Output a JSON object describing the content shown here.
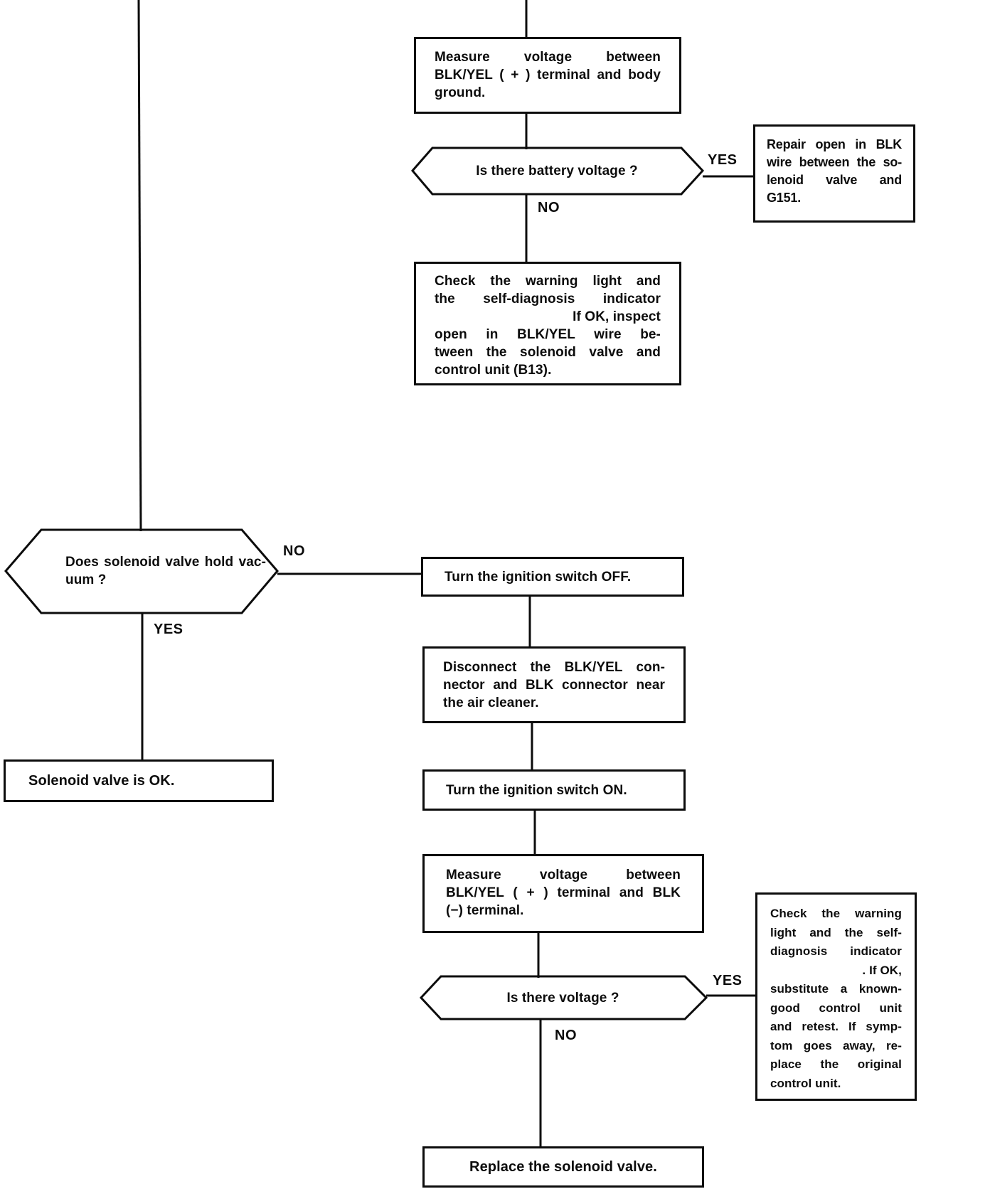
{
  "labels": {
    "yes": "YES",
    "no": "NO"
  },
  "colors": {
    "ink": "#0c0c0c",
    "paper": "#ffffff"
  },
  "nodes": {
    "measure_body_ground": {
      "lines": [
        "Measure voltage between",
        "BLK/YEL ( + ) terminal and body",
        "ground."
      ]
    },
    "q_battery_voltage": {
      "label": "Is there battery voltage ?"
    },
    "repair_open_blk": {
      "lines": [
        "Repair open in BLK",
        "wire between the so-",
        "lenoid valve and",
        "G151."
      ]
    },
    "check_warning_b13": {
      "lines": [
        "Check the warning light and",
        "the self-diagnosis indicator",
        "If OK, inspect",
        "open in BLK/YEL wire be-",
        "tween the solenoid valve and",
        "control unit (B13)."
      ]
    },
    "q_hold_vacuum": {
      "lines": [
        "Does solenoid valve hold vac-",
        "uum ?"
      ]
    },
    "solenoid_ok": {
      "label": "Solenoid valve is OK."
    },
    "ignition_off": {
      "label": "Turn the ignition switch OFF."
    },
    "disconnect_connectors": {
      "lines": [
        "Disconnect the BLK/YEL con-",
        "nector and BLK connector near",
        "the air cleaner."
      ]
    },
    "ignition_on": {
      "label": "Turn the ignition switch ON."
    },
    "measure_blk_terminal": {
      "lines": [
        "Measure voltage between",
        "BLK/YEL ( + ) terminal and BLK",
        "(−) terminal."
      ]
    },
    "q_voltage": {
      "label": "Is there voltage ?"
    },
    "check_warning_substitute": {
      "lines": [
        "Check the warning",
        "light and the self-",
        "diagnosis indicator",
        ". If OK,",
        "substitute a known-",
        "good control unit",
        "and retest. If symp-",
        "tom goes away, re-",
        "place the original",
        "control unit."
      ]
    },
    "replace_solenoid": {
      "label": "Replace the solenoid valve."
    }
  }
}
